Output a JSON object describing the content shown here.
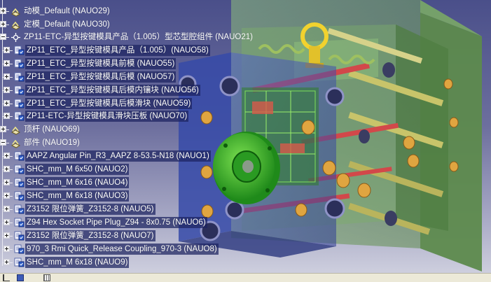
{
  "tree": {
    "rows": [
      {
        "label": "动模_Default (NAUO29)",
        "icon": "part-icon",
        "selected": false
      },
      {
        "label": "定模_Default (NAUO30)",
        "icon": "part-icon",
        "selected": false
      },
      {
        "label": "ZP11-ETC-异型按键模具产品（1.005）型芯型腔组件 (NAUO21)",
        "icon": "assembly-icon",
        "selected": false
      },
      {
        "label": "ZP11_ETC_异型按键模具产品（1.005）(NAUO58)",
        "icon": "product-icon",
        "selected": true
      },
      {
        "label": "ZP11_ETC_异型按键模具前模 (NAUO55)",
        "icon": "product-icon",
        "selected": true
      },
      {
        "label": "ZP11_ETC_异型按键模具后模 (NAUO57)",
        "icon": "product-icon",
        "selected": true
      },
      {
        "label": "ZP11_ETC_异型按键模具后模内镶块 (NAUO56)",
        "icon": "product-icon",
        "selected": true
      },
      {
        "label": "ZP11_ETC_异型按键模具后模滑块 (NAUO59)",
        "icon": "product-icon",
        "selected": true
      },
      {
        "label": "ZP11-ETC-异型按键模具滑块压板 (NAUO70)",
        "icon": "product-icon",
        "selected": true
      },
      {
        "label": "顶杆 (NAUO69)",
        "icon": "part-icon",
        "selected": false
      },
      {
        "label": "部件 (NAUO19)",
        "icon": "part-icon",
        "selected": false
      },
      {
        "label": "AAPZ Angular Pin_R3_AAPZ 8-53.5-N18 (NAUO1)",
        "icon": "product-icon",
        "selected": true
      },
      {
        "label": "SHC_mm_M 6x50 (NAUO2)",
        "icon": "product-icon",
        "selected": true
      },
      {
        "label": "SHC_mm_M 6x16 (NAUO4)",
        "icon": "product-icon",
        "selected": true
      },
      {
        "label": "SHC_mm_M 6x18 (NAUO3)",
        "icon": "product-icon",
        "selected": true
      },
      {
        "label": "Z3152 限位弹簧_Z3152-8 (NAUO5)",
        "icon": "product-icon",
        "selected": true
      },
      {
        "label": "Z94 Hex Socket Pipe Plug_Z94 - 8x0.75 (NAUO6)",
        "icon": "product-icon",
        "selected": true
      },
      {
        "label": "Z3152 限位弹簧_Z3152-8 (NAUO7)",
        "icon": "product-icon",
        "selected": true
      },
      {
        "label": "970_3 Rmi Quick_Release Coupling_970-3 (NAUO8)",
        "icon": "product-icon",
        "selected": true
      },
      {
        "label": "SHC_mm_M 6x18 (NAUO9)",
        "icon": "product-icon",
        "selected": true
      }
    ]
  },
  "colors": {
    "background_top": "#4a4f8a",
    "background_bottom": "#d4d5e2",
    "selection": "#1c225f",
    "mold_plate_green": "#6fa05a",
    "mold_plate_blue": "#3f4fb8",
    "sprue_green": "#3cb02a",
    "eyebolt_yellow": "#f2d22e",
    "cooling_red": "#d2484a"
  },
  "statusbar": {
    "icons": [
      "prompt-icon",
      "save-icon",
      "grid-icon"
    ]
  }
}
